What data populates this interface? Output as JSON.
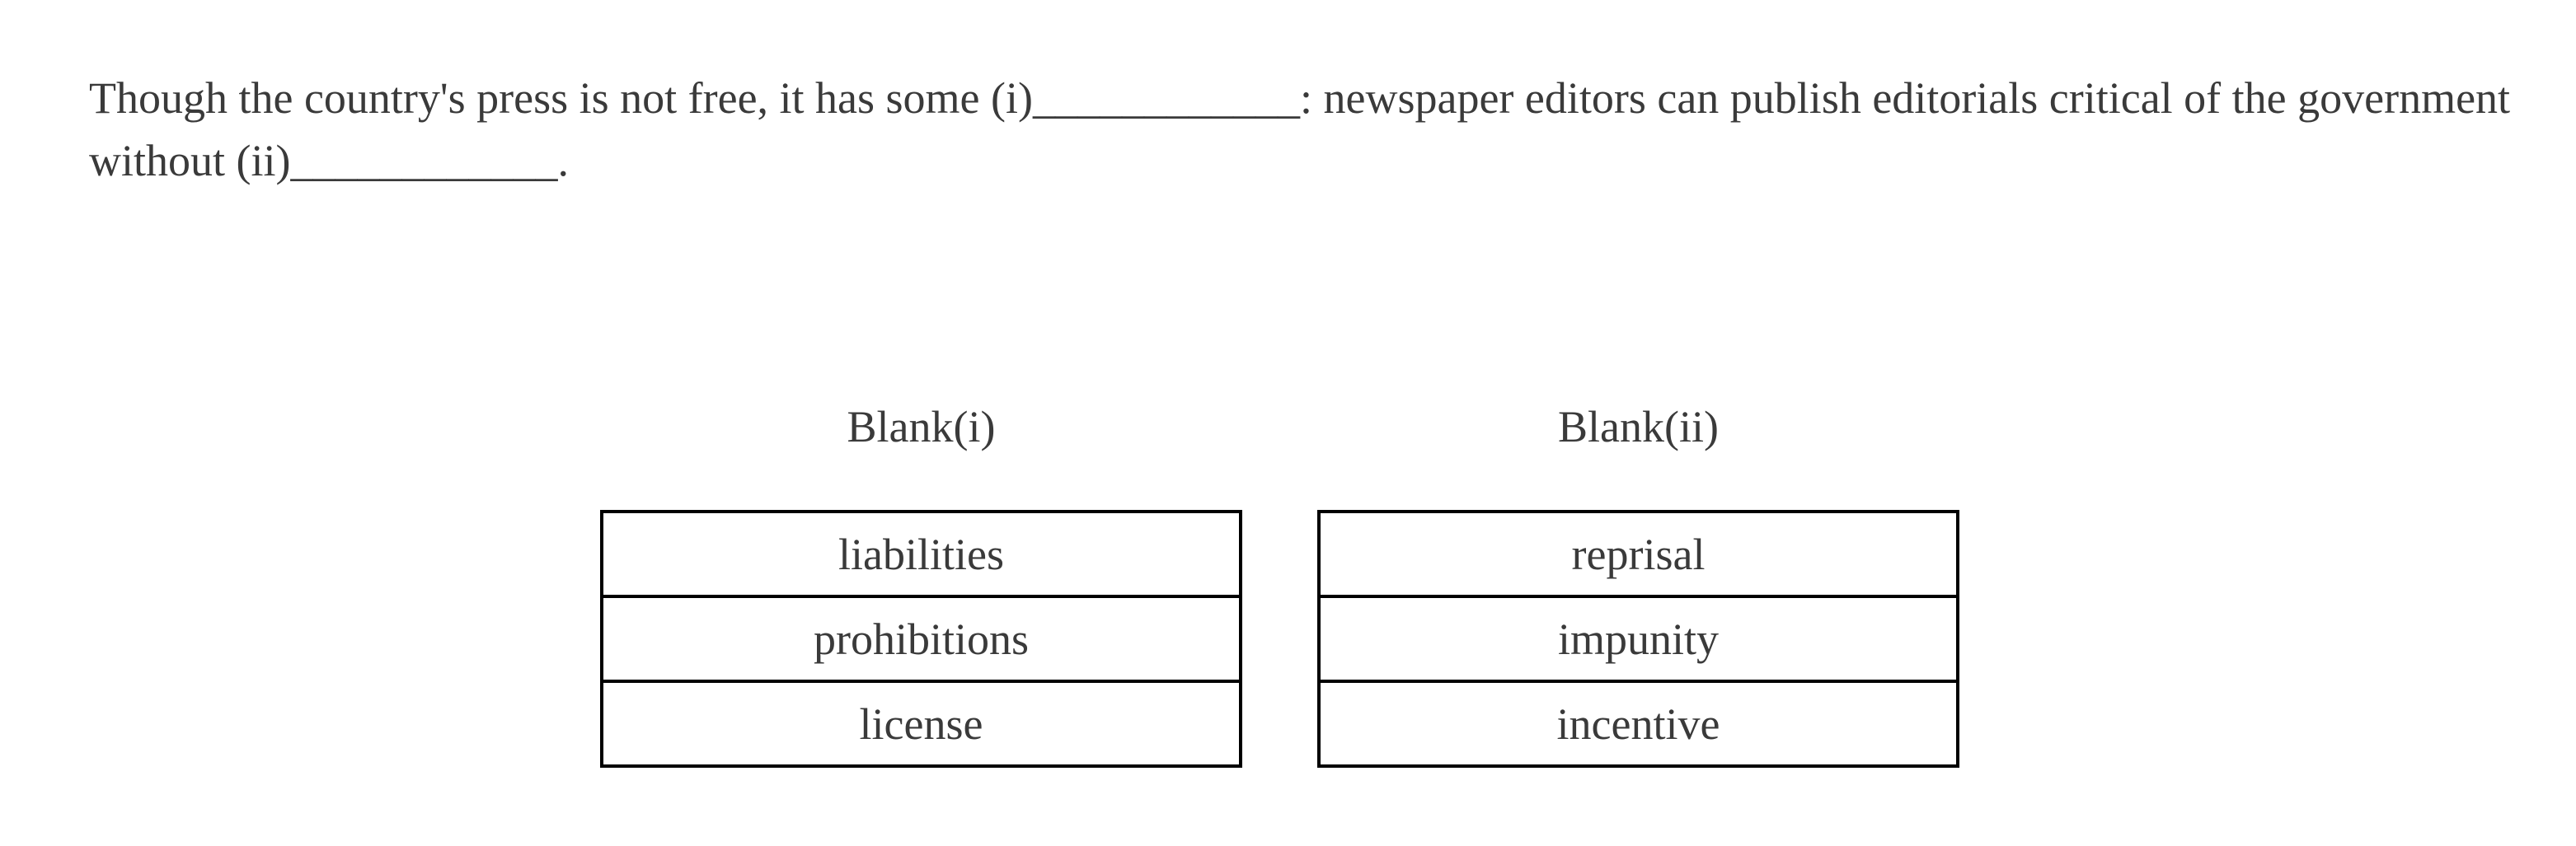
{
  "page": {
    "background_color": "#ffffff",
    "text_color": "#3a3a3a",
    "table_border_color": "#000000"
  },
  "question": {
    "line1": {
      "before_blank": "Though the country's press is not free, it has some (i)",
      "blank": "____________",
      "after_blank": ": newspaper editors can publish editorials critical of the government"
    },
    "line2": {
      "before_blank": "without (ii)",
      "blank": "____________",
      "after_blank": "."
    }
  },
  "answer_columns": [
    {
      "label": "Blank(i)",
      "choices": [
        "liabilities",
        "prohibitions",
        "license"
      ]
    },
    {
      "label": "Blank(ii)",
      "choices": [
        "reprisal",
        "impunity",
        "incentive"
      ]
    }
  ]
}
